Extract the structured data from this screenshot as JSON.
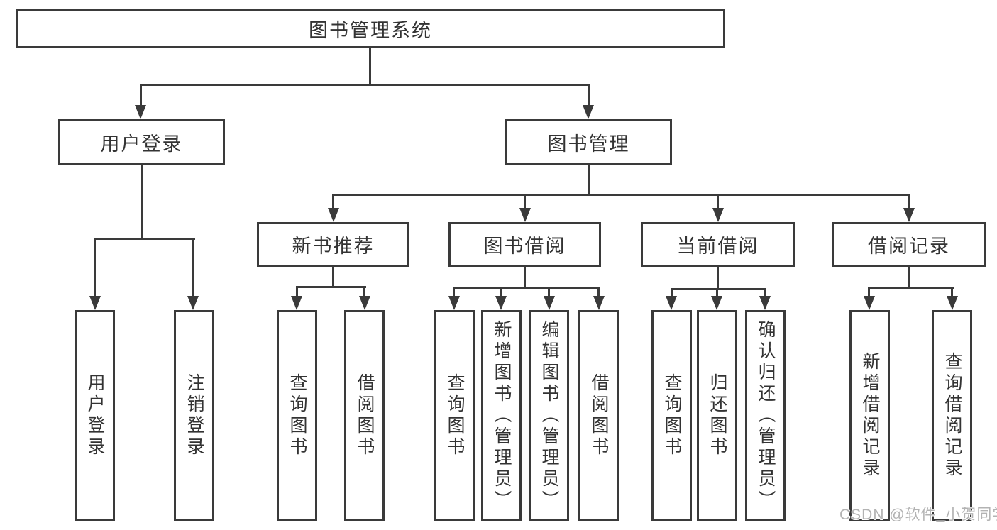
{
  "diagram": {
    "type": "hierarchy-tree",
    "title": "图书管理系统"
  },
  "tree": {
    "label": "图书管理系统",
    "children": [
      {
        "label": "用户登录",
        "children": [
          {
            "label": "用户登录"
          },
          {
            "label": "注销登录"
          }
        ]
      },
      {
        "label": "图书管理",
        "children": [
          {
            "label": "新书推荐",
            "children": [
              {
                "label": "查询图书"
              },
              {
                "label": "借阅图书"
              }
            ]
          },
          {
            "label": "图书借阅",
            "children": [
              {
                "label": "查询图书"
              },
              {
                "label": "新增图书（管理员）"
              },
              {
                "label": "编辑图书（管理员）"
              },
              {
                "label": "借阅图书"
              }
            ]
          },
          {
            "label": "当前借阅",
            "children": [
              {
                "label": "查询图书"
              },
              {
                "label": "归还图书"
              },
              {
                "label": "确认归还（管理员）"
              }
            ]
          },
          {
            "label": "借阅记录",
            "children": [
              {
                "label": "新增借阅记录"
              },
              {
                "label": "查询借阅记录"
              }
            ]
          }
        ]
      }
    ]
  },
  "watermark": {
    "text": "CSDN @软件_小贺同学"
  },
  "colors": {
    "line": "#3a3a3a",
    "text": "#333333",
    "background": "#ffffff",
    "watermark": "#b3b3b3"
  }
}
